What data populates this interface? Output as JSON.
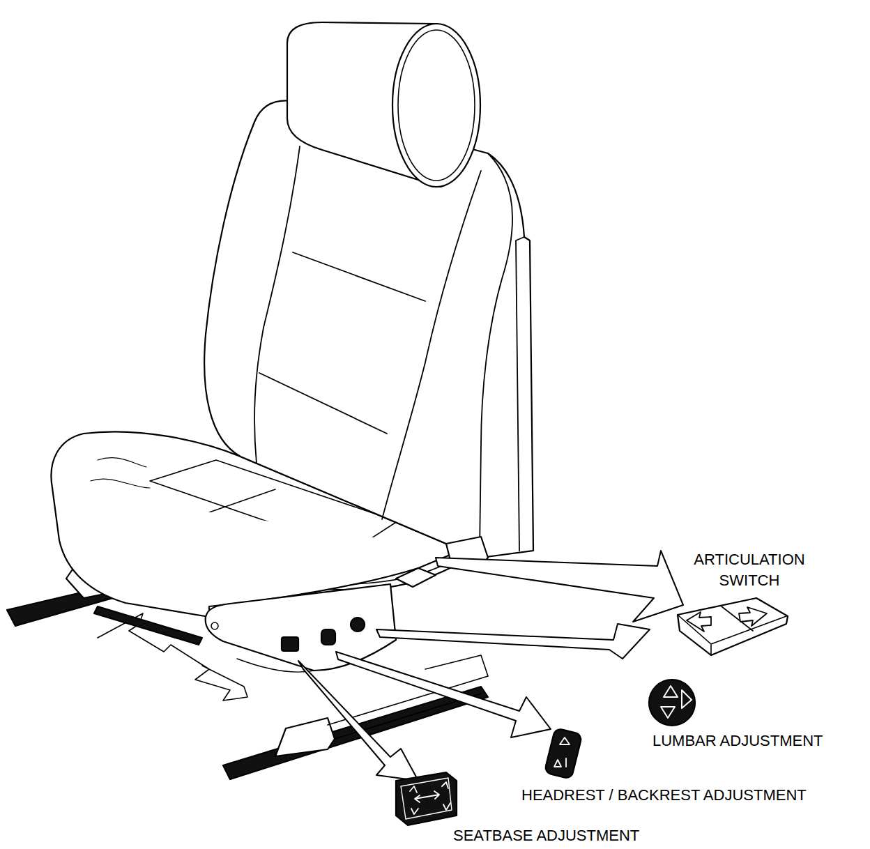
{
  "diagram": {
    "labels": [
      "ARTICULATION SWITCH",
      "LUMBAR ADJUSTMENT",
      "HEADREST / BACKREST ADJUSTMENT",
      "SEATBASE ADJUSTMENT"
    ]
  }
}
